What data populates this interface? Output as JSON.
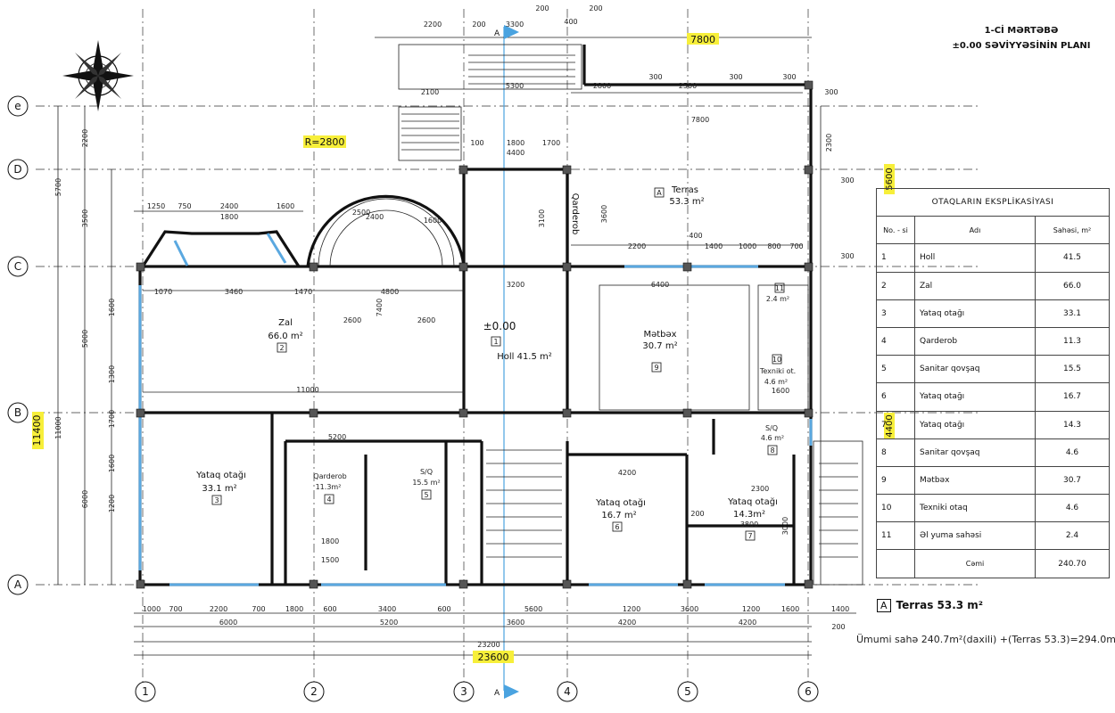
{
  "title": {
    "line1": "1-Cİ  MƏRTƏBƏ",
    "line2": "±0.00 SƏVİYYƏSİNİN PLANI"
  },
  "axes": {
    "rows": [
      "e",
      "D",
      "C",
      "B",
      "A"
    ],
    "cols": [
      "1",
      "2",
      "3",
      "4",
      "5",
      "6"
    ],
    "section_label": "A"
  },
  "highlights": {
    "top_width": "7800",
    "radius": "R=2800",
    "right_5600": "5600",
    "right_4400": "4400",
    "left_11400": "11400",
    "bottom_23600": "23600"
  },
  "dimensions": {
    "top_row": [
      "2200",
      "200",
      "3300",
      "200",
      "400",
      "200"
    ],
    "top_mid": [
      "2100",
      "5300",
      "2800",
      "300",
      "2500",
      "300",
      "300",
      "300"
    ],
    "top_third": [
      "100",
      "1800",
      "1700",
      "4400",
      "7800"
    ],
    "bay": [
      "1250",
      "750",
      "2400",
      "1600",
      "1800"
    ],
    "zal_dims": [
      "1070",
      "3460",
      "1470",
      "4800",
      "3200",
      "6400",
      "2600",
      "2600",
      "7400",
      "11000"
    ],
    "right_dims": [
      "2200",
      "400",
      "1400",
      "1000",
      "800",
      "700",
      "1600",
      "300",
      "300",
      "2300"
    ],
    "left_vert": [
      "2200",
      "5700",
      "3500",
      "11000",
      "5000",
      "6000",
      "1600",
      "1300",
      "1700",
      "1200",
      "1600"
    ],
    "bottom_1": [
      "1000",
      "700",
      "2200",
      "700",
      "1800",
      "600",
      "3400",
      "600",
      "5600",
      "1200",
      "3600",
      "1200",
      "1600",
      "1400"
    ],
    "bottom_2": [
      "6000",
      "5200",
      "3600",
      "4200",
      "4200"
    ],
    "bottom_3": "23200",
    "misc": [
      "2400",
      "1600",
      "1800",
      "5200",
      "3600",
      "3100",
      "4200",
      "2300",
      "3800",
      "200",
      "3000",
      "1500",
      "2500",
      "200"
    ]
  },
  "rooms": {
    "zal": {
      "name": "Zal",
      "area": "66.0 m²",
      "no": "2"
    },
    "holl": {
      "name": "Holl  41.5 m²",
      "level": "±0.00",
      "no": "1"
    },
    "qarderob_top": {
      "name": "Qarderob"
    },
    "terras": {
      "name": "Terras",
      "area": "53.3 m²",
      "no": "A"
    },
    "metbex": {
      "name": "Mətbəx",
      "area": "30.7 m²",
      "no": "9"
    },
    "el_yuma": {
      "area": "2.4 m²",
      "no": "11"
    },
    "texniki": {
      "name": "Texniki ot.",
      "area": "4.6 m²",
      "no": "10"
    },
    "yataq1": {
      "name": "Yataq otağı",
      "area": "33.1 m²",
      "no": "3"
    },
    "qarderob2": {
      "name": "Qarderob",
      "area": "11.3m²",
      "no": "4"
    },
    "sq1": {
      "name": "S/Q",
      "area": "15.5 m²",
      "no": "5"
    },
    "yataq2": {
      "name": "Yataq otağı",
      "area": "16.7 m²",
      "no": "6"
    },
    "sq2": {
      "name": "S/Q",
      "area": "4.6 m²",
      "no": "8"
    },
    "yataq3": {
      "name": "Yataq otağı",
      "area": "14.3m²",
      "no": "7"
    }
  },
  "table": {
    "title": "OTAQLARIN  EKSPLİKASİYASI",
    "headers": [
      "No. - si",
      "Adı",
      "Sahəsi, m²"
    ],
    "rows": [
      [
        "1",
        "Holl",
        "41.5"
      ],
      [
        "2",
        "Zal",
        "66.0"
      ],
      [
        "3",
        "Yataq otağı",
        "33.1"
      ],
      [
        "4",
        "Qarderob",
        "11.3"
      ],
      [
        "5",
        "Sanitar qovşaq",
        "15.5"
      ],
      [
        "6",
        "Yataq otağı",
        "16.7"
      ],
      [
        "7",
        "Yataq otağı",
        "14.3"
      ],
      [
        "8",
        "Sanitar qovşaq",
        "4.6"
      ],
      [
        "9",
        "Mətbəx",
        "30.7"
      ],
      [
        "10",
        "Texniki otaq",
        "4.6"
      ],
      [
        "11",
        "Əl yuma sahəsi",
        "2.4"
      ]
    ],
    "total_label": "Cəmi",
    "total_value": "240.70"
  },
  "notes": {
    "terrace_box": "A",
    "terrace": "Terras  53.3 m²",
    "total": "Ümumi sahə 240.7m²(daxili) +(Terras 53.3)=294.0m²"
  }
}
